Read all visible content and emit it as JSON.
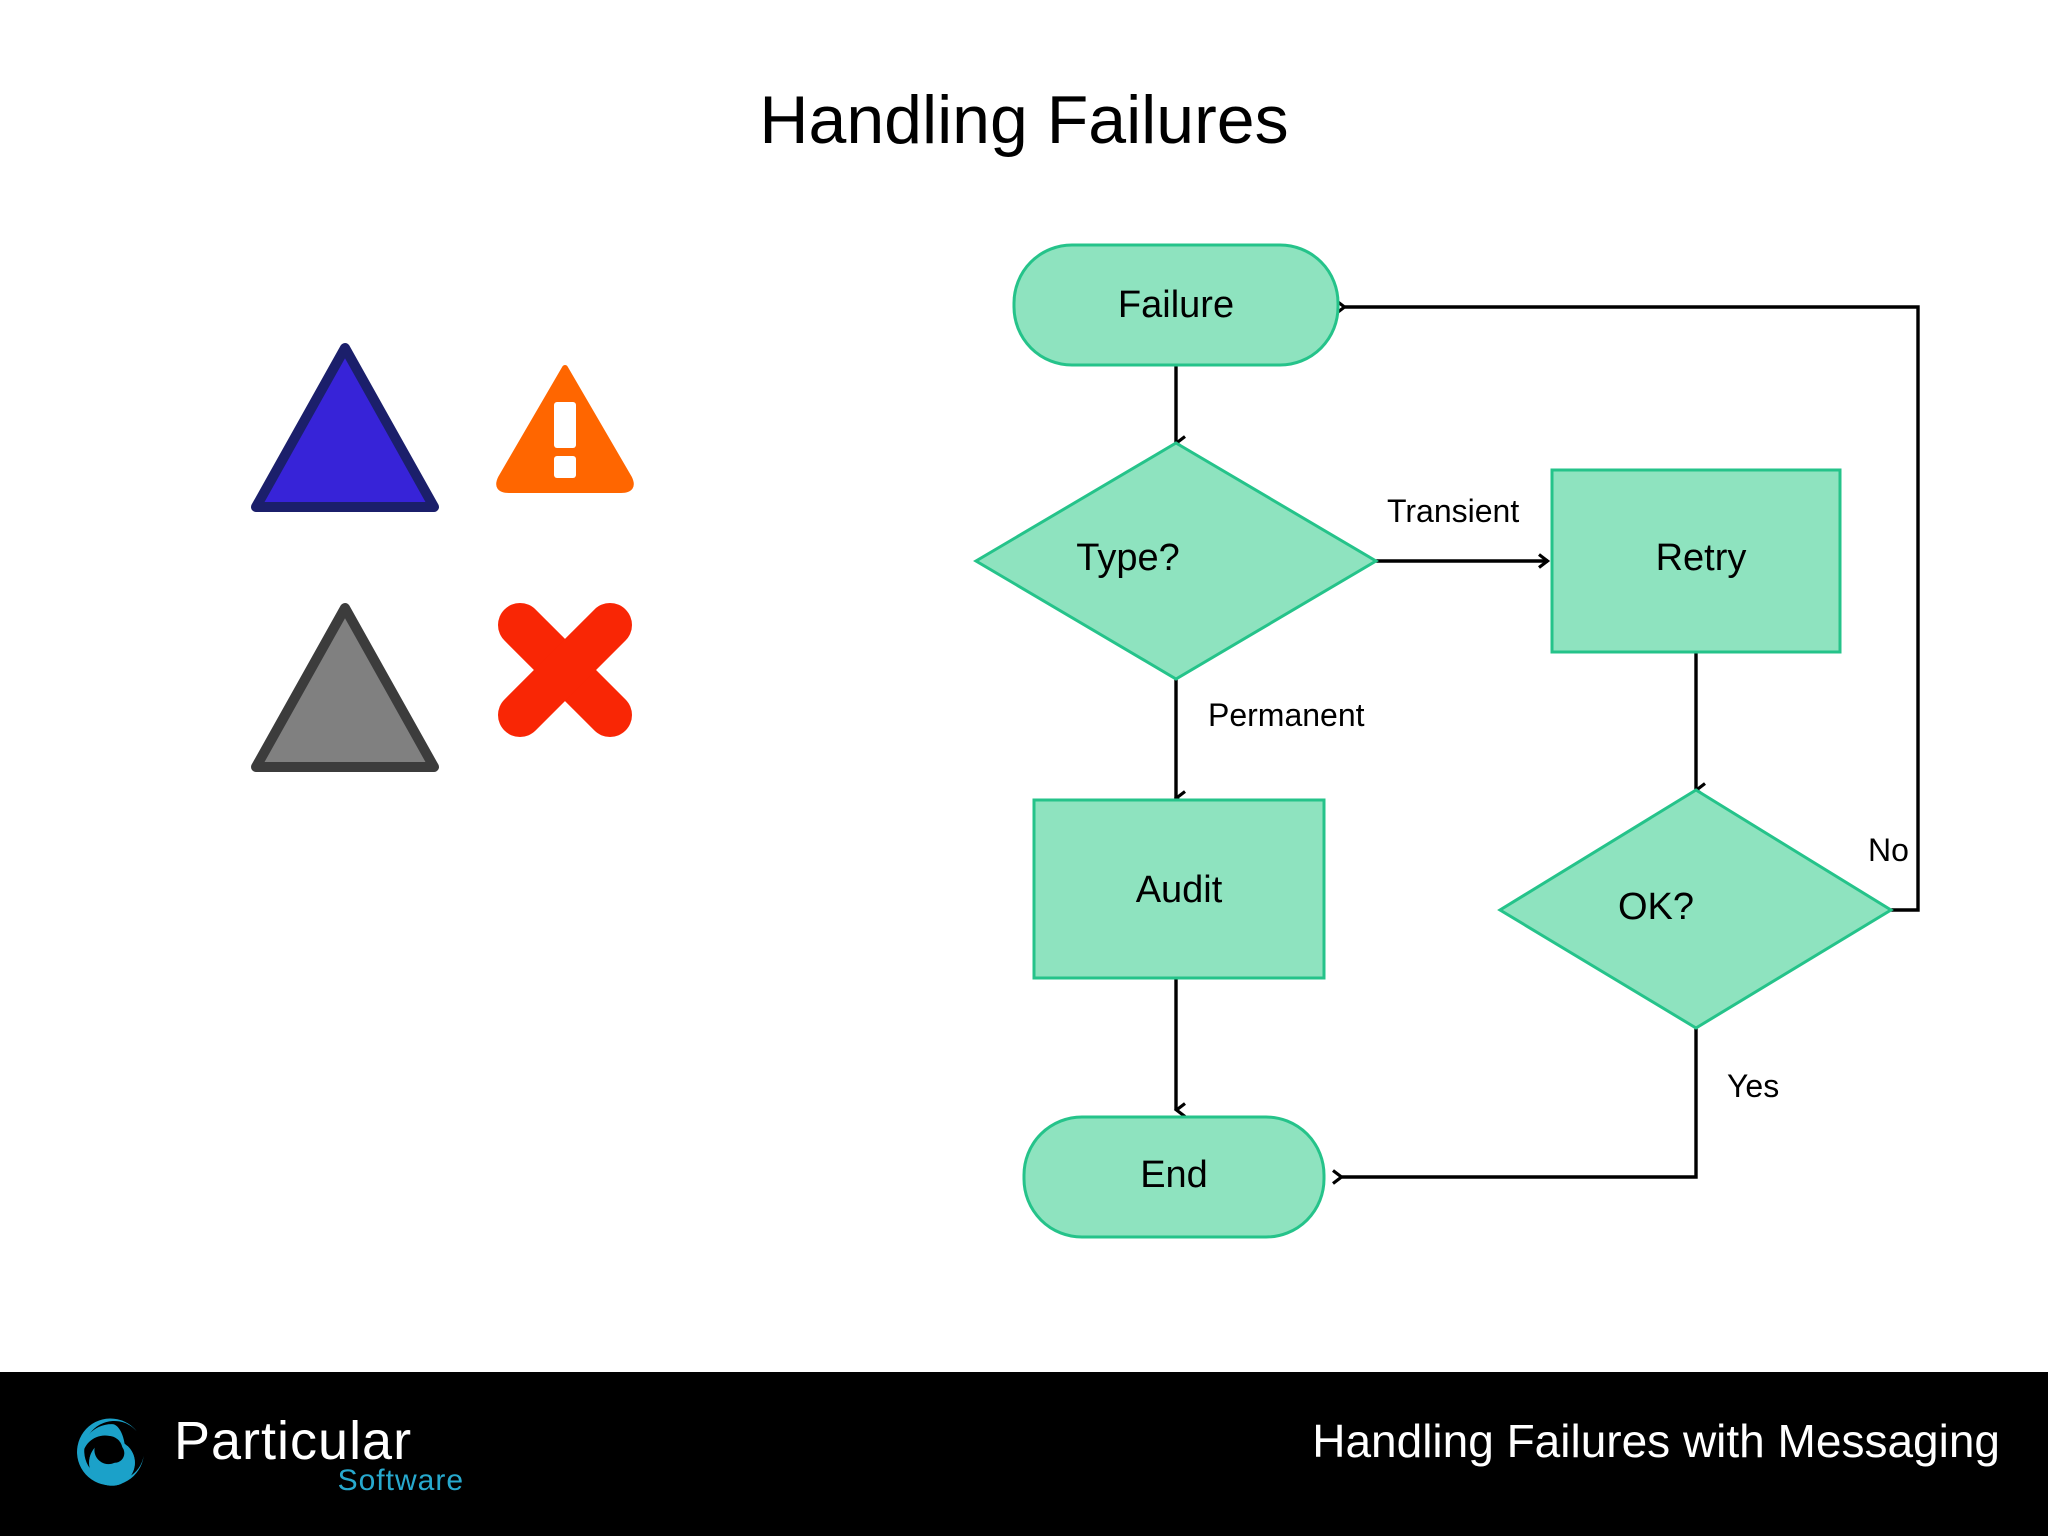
{
  "slide": {
    "title": "Handling Failures",
    "background_color": "#ffffff"
  },
  "icons": {
    "triangle_blue": {
      "name": "triangle-blue-icon",
      "fill": "#3723d8",
      "stroke": "#1b1f6b"
    },
    "warning": {
      "name": "warning-triangle-icon",
      "fill": "#ff6600",
      "glyph": "!"
    },
    "triangle_gray": {
      "name": "triangle-gray-icon",
      "fill": "#808080",
      "stroke": "#3c3c3c"
    },
    "cross_red": {
      "name": "cross-red-icon",
      "fill": "#f92605"
    }
  },
  "diagram": {
    "type": "flowchart",
    "node_fill": "#8ee3bf",
    "node_stroke": "#25c38a",
    "edge_color": "#000000",
    "nodes": [
      {
        "id": "failure",
        "label": "Failure",
        "shape": "stadium"
      },
      {
        "id": "type",
        "label": "Type?",
        "shape": "diamond"
      },
      {
        "id": "retry",
        "label": "Retry",
        "shape": "rectangle"
      },
      {
        "id": "audit",
        "label": "Audit",
        "shape": "rectangle"
      },
      {
        "id": "ok",
        "label": "OK?",
        "shape": "diamond"
      },
      {
        "id": "end",
        "label": "End",
        "shape": "stadium"
      }
    ],
    "edges": [
      {
        "from": "failure",
        "to": "type",
        "label": ""
      },
      {
        "from": "type",
        "to": "retry",
        "label": "Transient"
      },
      {
        "from": "type",
        "to": "audit",
        "label": "Permanent"
      },
      {
        "from": "retry",
        "to": "ok",
        "label": ""
      },
      {
        "from": "ok",
        "to": "failure",
        "label": "No"
      },
      {
        "from": "ok",
        "to": "end",
        "label": "Yes"
      },
      {
        "from": "audit",
        "to": "end",
        "label": ""
      }
    ]
  },
  "footer": {
    "background_color": "#000000",
    "logo_primary": "Particular",
    "logo_secondary": "Software",
    "logo_color": "#27a9ce",
    "caption": "Handling Failures with Messaging"
  }
}
